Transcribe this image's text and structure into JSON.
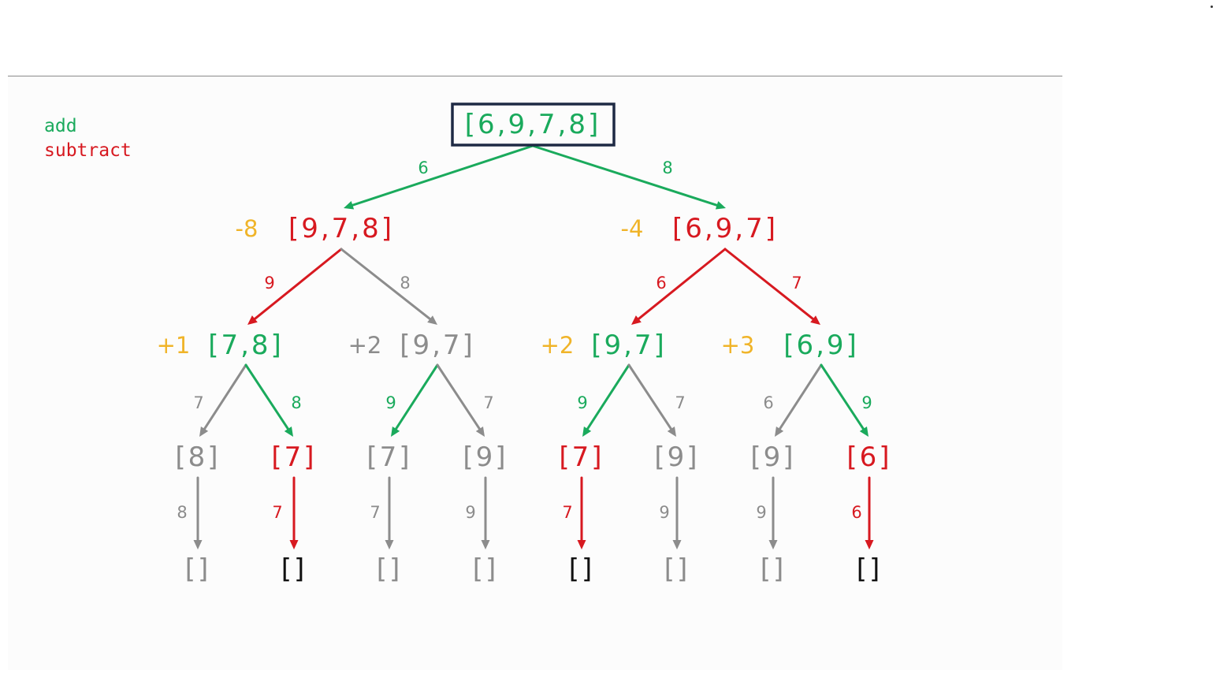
{
  "colors": {
    "add": "#1aaa5c",
    "subtract": "#d71920",
    "neutral": "#8c8c8c",
    "score": "#f0b429",
    "empty_active": "#111111",
    "root_border": "#1e2a44"
  },
  "legend": {
    "add": "add",
    "subtract": "subtract"
  },
  "nodes": [
    {
      "id": "root",
      "label": "[6,9,7,8]",
      "color": "add",
      "boxed": true
    },
    {
      "id": "L",
      "label": "[9,7,8]",
      "color": "subtract",
      "score": "-8",
      "score_color": "score"
    },
    {
      "id": "R",
      "label": "[6,9,7]",
      "color": "subtract",
      "score": "-4",
      "score_color": "score"
    },
    {
      "id": "LL",
      "label": "[7,8]",
      "color": "add",
      "score": "+1",
      "score_color": "score"
    },
    {
      "id": "LR",
      "label": "[9,7]",
      "color": "neutral",
      "score": "+2",
      "score_color": "neutral"
    },
    {
      "id": "RL",
      "label": "[9,7]",
      "color": "add",
      "score": "+2",
      "score_color": "score"
    },
    {
      "id": "RR",
      "label": "[6,9]",
      "color": "add",
      "score": "+3",
      "score_color": "score"
    },
    {
      "id": "LLL",
      "label": "[8]",
      "color": "neutral"
    },
    {
      "id": "LLR",
      "label": "[7]",
      "color": "subtract"
    },
    {
      "id": "LRL",
      "label": "[7]",
      "color": "neutral"
    },
    {
      "id": "LRR",
      "label": "[9]",
      "color": "neutral"
    },
    {
      "id": "RLL",
      "label": "[7]",
      "color": "subtract"
    },
    {
      "id": "RLR",
      "label": "[9]",
      "color": "neutral"
    },
    {
      "id": "RRL",
      "label": "[9]",
      "color": "neutral"
    },
    {
      "id": "RRR",
      "label": "[6]",
      "color": "subtract"
    },
    {
      "id": "E1",
      "label": "[]",
      "color": "neutral"
    },
    {
      "id": "E2",
      "label": "[]",
      "color": "empty_active"
    },
    {
      "id": "E3",
      "label": "[]",
      "color": "neutral"
    },
    {
      "id": "E4",
      "label": "[]",
      "color": "neutral"
    },
    {
      "id": "E5",
      "label": "[]",
      "color": "empty_active"
    },
    {
      "id": "E6",
      "label": "[]",
      "color": "neutral"
    },
    {
      "id": "E7",
      "label": "[]",
      "color": "neutral"
    },
    {
      "id": "E8",
      "label": "[]",
      "color": "empty_active"
    }
  ],
  "edges": [
    {
      "from": "root",
      "to": "L",
      "label": "6",
      "color": "add"
    },
    {
      "from": "root",
      "to": "R",
      "label": "8",
      "color": "add"
    },
    {
      "from": "L",
      "to": "LL",
      "label": "9",
      "color": "subtract"
    },
    {
      "from": "L",
      "to": "LR",
      "label": "8",
      "color": "neutral"
    },
    {
      "from": "R",
      "to": "RL",
      "label": "6",
      "color": "subtract"
    },
    {
      "from": "R",
      "to": "RR",
      "label": "7",
      "color": "subtract"
    },
    {
      "from": "LL",
      "to": "LLL",
      "label": "7",
      "color": "neutral"
    },
    {
      "from": "LL",
      "to": "LLR",
      "label": "8",
      "color": "add"
    },
    {
      "from": "LR",
      "to": "LRL",
      "label": "9",
      "color": "add"
    },
    {
      "from": "LR",
      "to": "LRR",
      "label": "7",
      "color": "neutral"
    },
    {
      "from": "RL",
      "to": "RLL",
      "label": "9",
      "color": "add"
    },
    {
      "from": "RL",
      "to": "RLR",
      "label": "7",
      "color": "neutral"
    },
    {
      "from": "RR",
      "to": "RRL",
      "label": "6",
      "color": "neutral"
    },
    {
      "from": "RR",
      "to": "RRR",
      "label": "9",
      "color": "add"
    },
    {
      "from": "LLL",
      "to": "E1",
      "label": "8",
      "color": "neutral"
    },
    {
      "from": "LLR",
      "to": "E2",
      "label": "7",
      "color": "subtract"
    },
    {
      "from": "LRL",
      "to": "E3",
      "label": "7",
      "color": "neutral"
    },
    {
      "from": "LRR",
      "to": "E4",
      "label": "9",
      "color": "neutral"
    },
    {
      "from": "RLL",
      "to": "E5",
      "label": "7",
      "color": "subtract"
    },
    {
      "from": "RLR",
      "to": "E6",
      "label": "9",
      "color": "neutral"
    },
    {
      "from": "RRL",
      "to": "E7",
      "label": "9",
      "color": "neutral"
    },
    {
      "from": "RRR",
      "to": "E8",
      "label": "6",
      "color": "subtract"
    }
  ]
}
